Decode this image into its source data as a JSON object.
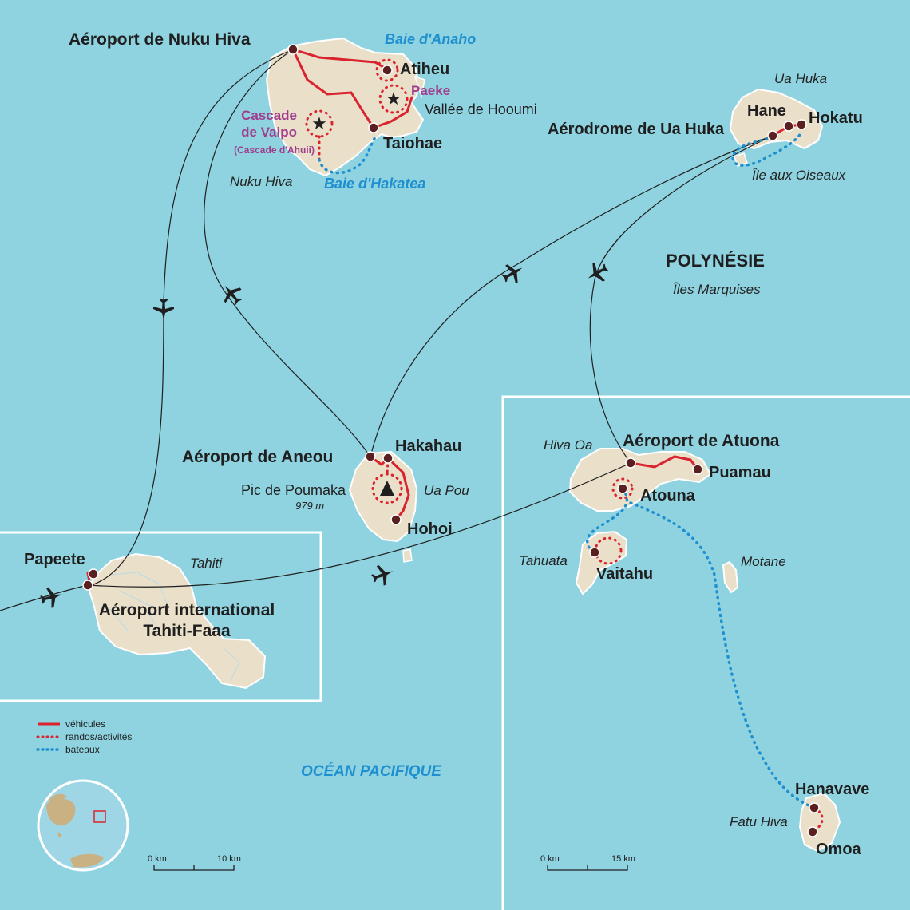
{
  "legend": {
    "vehicles": "véhicules",
    "hikes": "randos/activités",
    "boats": "bateaux"
  },
  "ocean_label": "OCÉAN PACIFIQUE",
  "region": {
    "title": "POLYNÉSIE",
    "subtitle": "Îles Marquises"
  },
  "places": {
    "nuku_airport": "Aéroport de Nuku Hiva",
    "anaho": "Baie d'Anaho",
    "atiheu": "Atiheu",
    "paeke": "Paeke",
    "hooumi": "Vallée de Hooumi",
    "cascade_line1": "Cascade",
    "cascade_line2": "de Vaipo",
    "cascade_note": "(Cascade d'Ahuii)",
    "taiohae": "Taiohae",
    "nuku_hiva": "Nuku Hiva",
    "hakatea": "Baie d'Hakatea",
    "ua_huka": "Ua Huka",
    "hane": "Hane",
    "hokatu": "Hokatu",
    "ua_huka_airport": "Aérodrome de Ua Huka",
    "ile_oiseaux": "Île aux Oiseaux",
    "aneou_airport": "Aéroport de Aneou",
    "hakahau": "Hakahau",
    "poumaka": "Pic de Poumaka",
    "poumaka_alt": "979 m",
    "ua_pou": "Ua Pou",
    "hohoi": "Hohoi",
    "hiva_oa": "Hiva Oa",
    "atuona_airport": "Aéroport de Atuona",
    "puamau": "Puamau",
    "atouna": "Atouna",
    "tahuata": "Tahuata",
    "vaitahu": "Vaitahu",
    "motane": "Motane",
    "hanavave": "Hanavave",
    "fatu_hiva": "Fatu Hiva",
    "omoa": "Omoa",
    "papeete": "Papeete",
    "tahiti": "Tahiti",
    "tahiti_airport_line1": "Aéroport international",
    "tahiti_airport_line2": "Tahiti-Faaa"
  },
  "scales": {
    "left": {
      "zero": "0 km",
      "end": "10 km"
    },
    "right": {
      "zero": "0 km",
      "end": "15 km"
    }
  },
  "colors": {
    "sea": "#8fd3e0",
    "land": "#eadfc9",
    "road": "#d9232e",
    "boat": "#1e8fcf",
    "town_dot": "#5a1f1f",
    "purple_label": "#a03c8e"
  }
}
